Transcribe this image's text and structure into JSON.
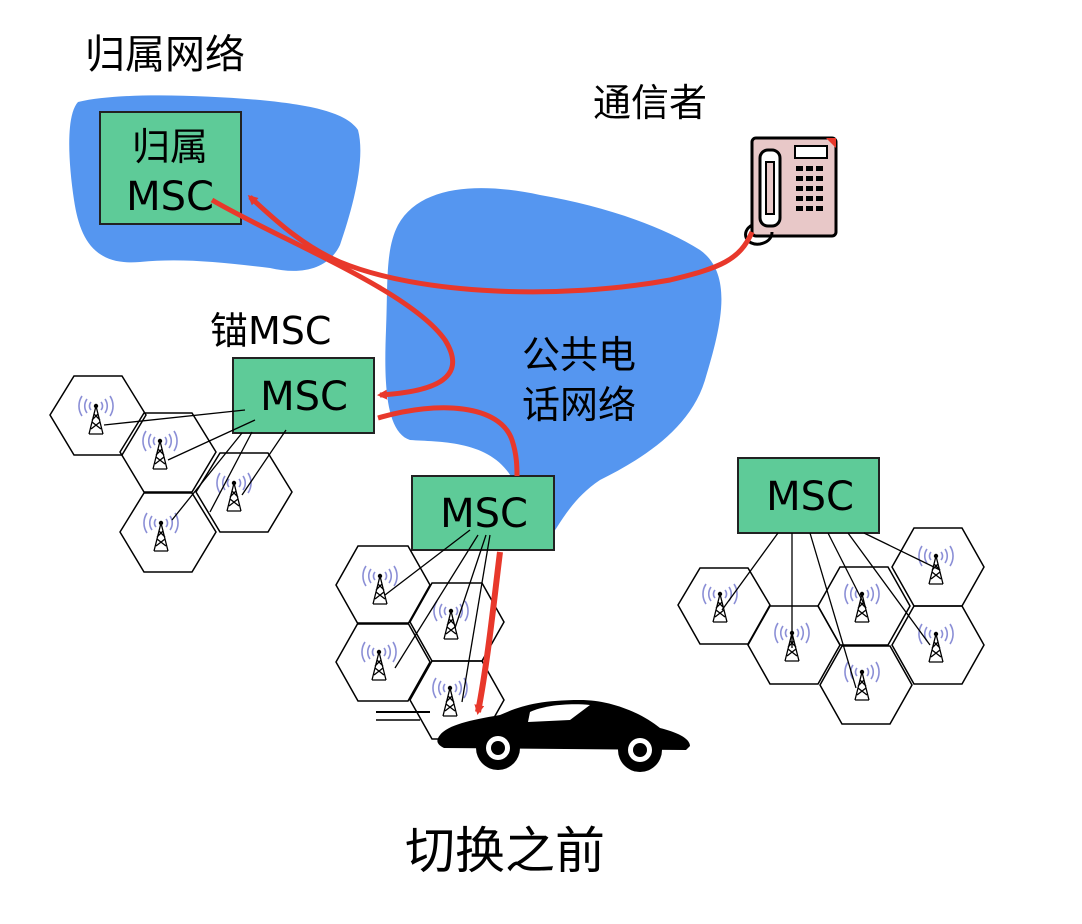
{
  "labels": {
    "home_network": "归属网络",
    "correspondent": "通信者",
    "anchor_msc": "锚MSC",
    "pstn_line1": "公共电",
    "pstn_line2": "话网络",
    "caption": "切换之前"
  },
  "msc": {
    "home_line1": "归属",
    "home_line2": "MSC",
    "anchor": "MSC",
    "serving": "MSC",
    "other": "MSC"
  },
  "colors": {
    "network_blue": "#5596f0",
    "msc_green": "#5ecb98",
    "path_red": "#e8382b",
    "hex_stroke": "#000000",
    "signal_arc": "#8b8fd6",
    "phone_body": "#e8c8c8"
  },
  "icons": [
    "tower-icon",
    "telephone-icon",
    "car-icon"
  ]
}
